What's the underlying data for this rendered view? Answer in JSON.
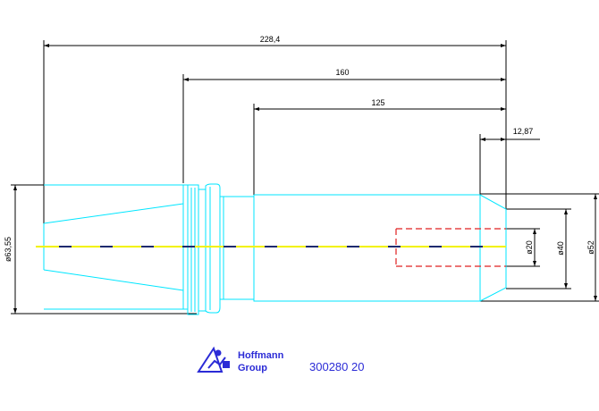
{
  "dimensions": {
    "overall_length": "228,4",
    "length_160": "160",
    "length_125": "125",
    "length_1287": "12,87",
    "dia_taper": "ø63,55",
    "dia_20": "ø20",
    "dia_40": "ø40",
    "dia_52": "ø52"
  },
  "logo": {
    "line1": "Hoffmann",
    "line2": "Group"
  },
  "part_number": "300280 20",
  "colors": {
    "outline": "#00e6ff",
    "dimension": "#000000",
    "centerline_yellow": "#f2f200",
    "centerline_dark": "#1e2a6e",
    "hidden": "#e02020",
    "brand": "#2b2bd6"
  }
}
